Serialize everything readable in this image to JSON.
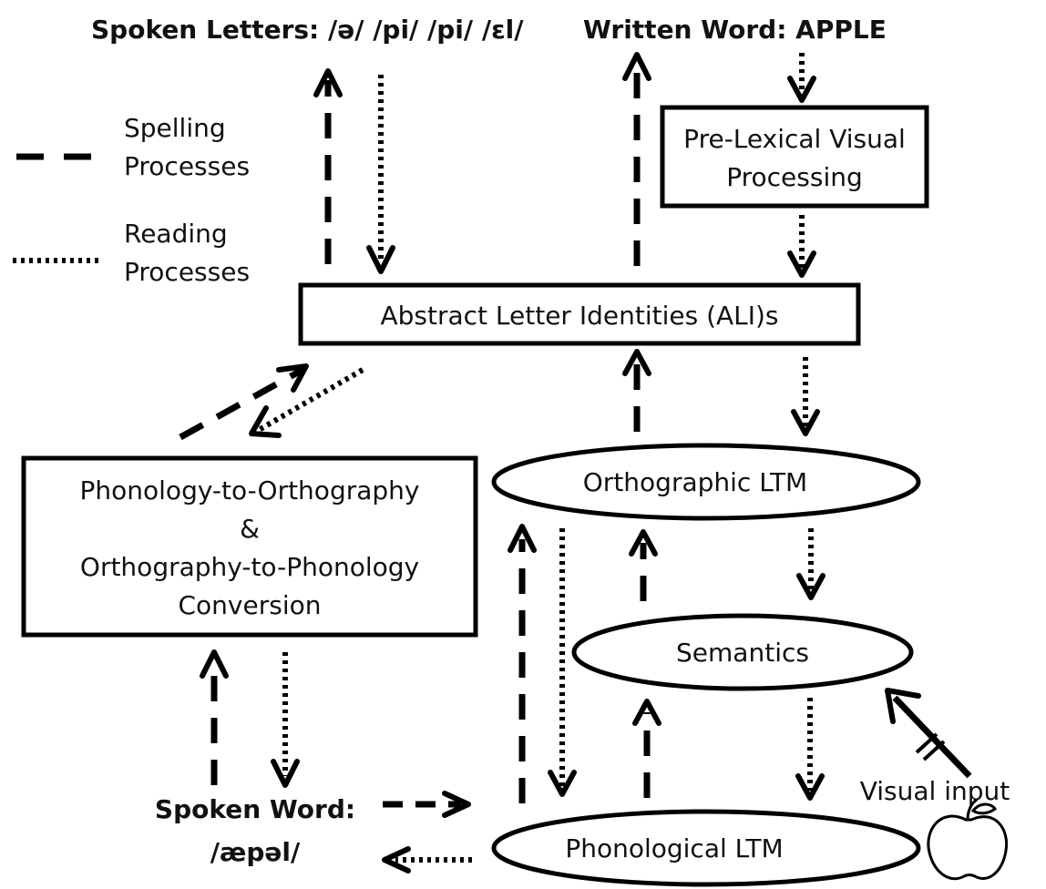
{
  "labels": {
    "spoken_letters": "Spoken Letters:  /ə/ /pi/ /pi/ /ɛl/",
    "written_word": "Written Word: APPLE",
    "legend_spelling_1": "Spelling",
    "legend_spelling_2": "Processes",
    "legend_reading_1": "Reading",
    "legend_reading_2": "Processes",
    "prelexical_1": "Pre-Lexical Visual",
    "prelexical_2": "Processing",
    "ali": "Abstract Letter Identities (ALI)s",
    "conversion_1": "Phonology-to-Orthography",
    "conversion_2": "&",
    "conversion_3": "Orthography-to-Phonology",
    "conversion_4": "Conversion",
    "orthographic_ltm": "Orthographic LTM",
    "semantics": "Semantics",
    "phonological_ltm": "Phonological LTM",
    "spoken_word_1": "Spoken Word:",
    "spoken_word_2": "/æpəl/",
    "visual_input": "Visual input"
  },
  "icons": {
    "apple": "apple-icon"
  }
}
